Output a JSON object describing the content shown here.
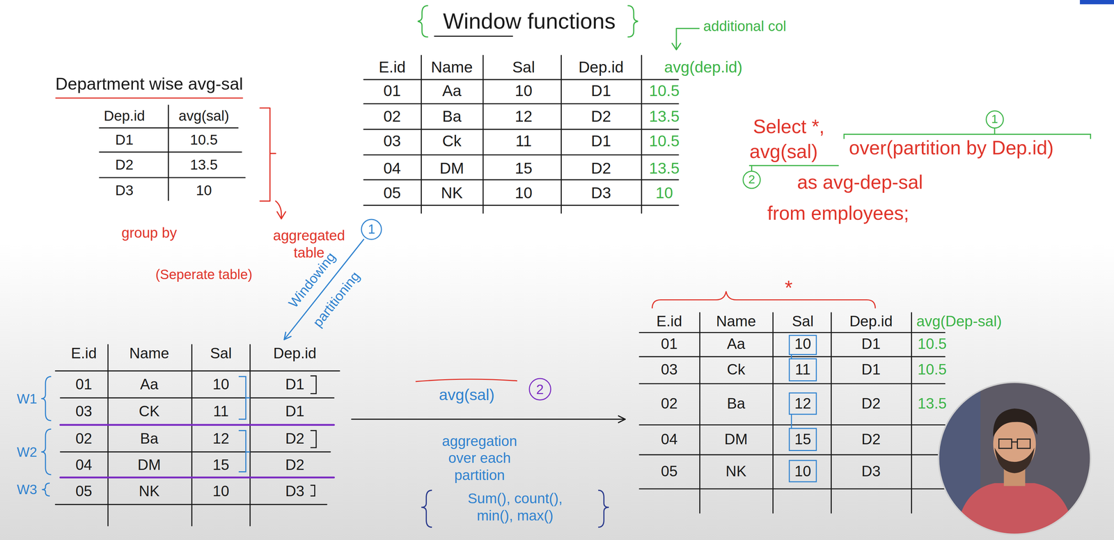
{
  "diagram": {
    "title": "Window functions",
    "nodes": [
      {
        "text": [
          "E.id",
          "Name",
          "Sal",
          "Dep.id",
          "avg(dep.id)",
          "01",
          "Aa",
          "10",
          "D1",
          "10.5",
          "02",
          "Ba",
          "12",
          "D2",
          "13.5",
          "03",
          "Ck",
          "11",
          "D1",
          "10.5",
          "04",
          "DM",
          "15",
          "D2",
          "13.5",
          "05",
          "NK",
          "10",
          "D3",
          "10"
        ]
      },
      {
        "text": [
          "Department wise avg-sal",
          "Dep.id",
          "avg(sal)",
          "D1",
          "10.5",
          "D2",
          "13.5",
          "D3",
          "10"
        ]
      },
      {
        "text": [
          "1"
        ]
      },
      {
        "text": [
          "2"
        ]
      },
      {
        "text": [
          "1"
        ]
      },
      {
        "text": [
          "E.id",
          "Name",
          "Sal",
          "Dep.id",
          "01",
          "Aa",
          "10",
          "D1",
          "03",
          "CK",
          "11",
          "D1",
          "02",
          "Ba",
          "12",
          "D2",
          "04",
          "DM",
          "15",
          "D2",
          "05",
          "NK",
          "10",
          "D3"
        ]
      },
      {
        "text": [
          "2"
        ]
      },
      {
        "text": [
          "E.id",
          "Name",
          "Sal",
          "Dep.id",
          "avg(Dep-sal)",
          "01",
          "Aa",
          "10",
          "D1",
          "10.5",
          "03",
          "Ck",
          "11",
          "D1",
          "10.5",
          "02",
          "Ba",
          "12",
          "D2",
          "13.5",
          "04",
          "DM",
          "15",
          "D2",
          "05",
          "NK",
          "10",
          "D3"
        ]
      }
    ],
    "edges": [
      {
        "from": 4,
        "to": 5,
        "arrow": "to",
        "label": "Windowing partitioning"
      },
      {
        "from": 5,
        "to": 7,
        "arrow": "to",
        "label": "avg(sal)"
      }
    ],
    "labels": [
      "additional col",
      "group by",
      "aggregated table",
      "(Seperate table)",
      "W1",
      "W2",
      "W3",
      "aggregation over each partition",
      "Sum(), count(), min(), max()",
      "Select *,",
      "avg(sal)",
      "over(partition by Dep.id)",
      "as avg-dep-sal",
      "from employees;",
      "*"
    ]
  }
}
